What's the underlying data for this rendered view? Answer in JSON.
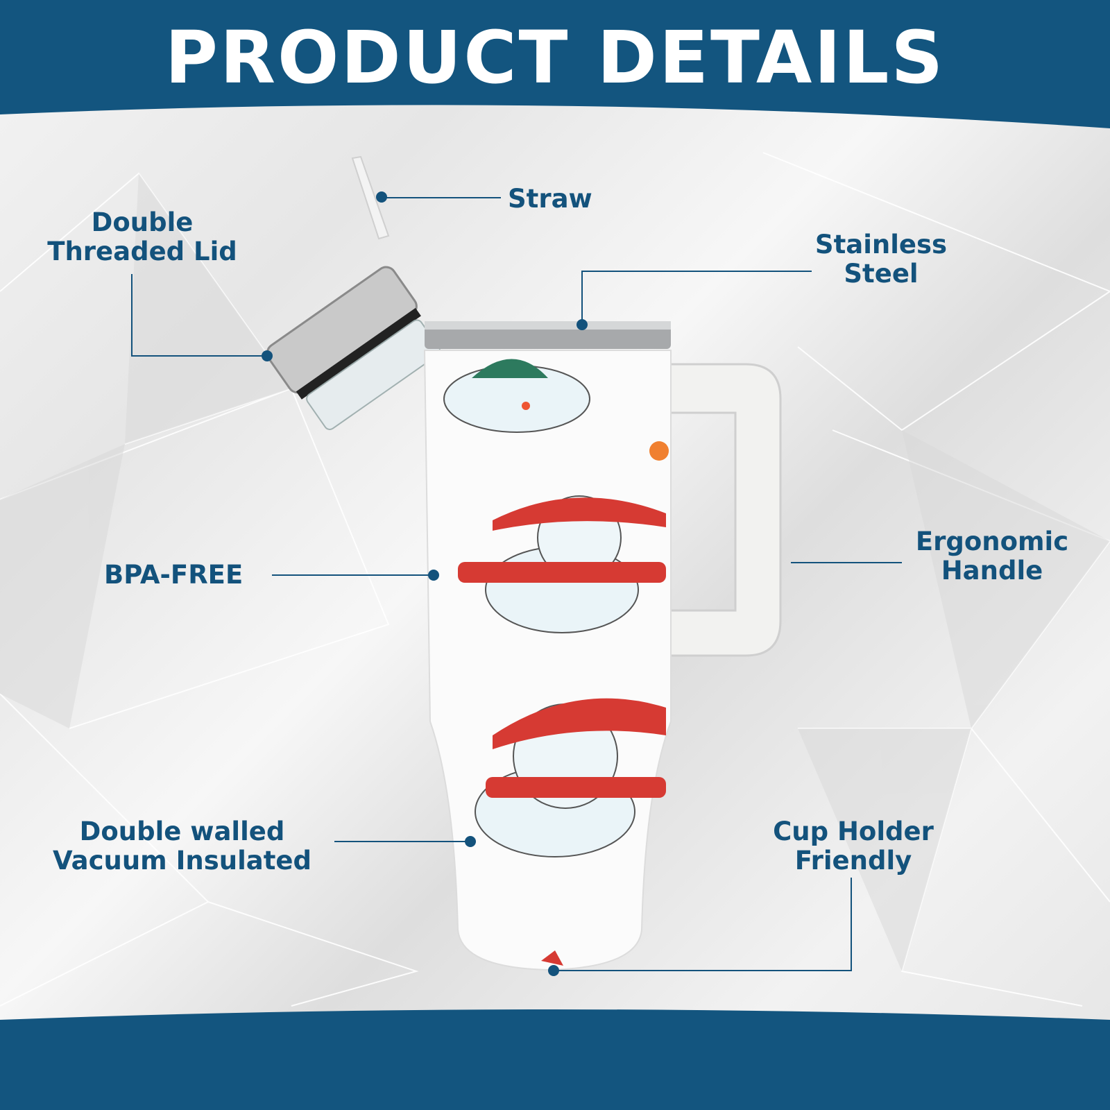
{
  "header": {
    "title": "PRODUCT DETAILS"
  },
  "features": {
    "straw": "Straw",
    "lid_line1": "Double",
    "lid_line2": "Threaded Lid",
    "steel_line1": "Stainless",
    "steel_line2": "Steel",
    "handle_line1": "Ergonomic",
    "handle_line2": "Handle",
    "bpa": "BPA-FREE",
    "insulated_line1": "Double walled",
    "insulated_line2": "Vacuum Insulated",
    "cupholder_line1": "Cup Holder",
    "cupholder_line2": "Friendly"
  },
  "colors": {
    "brand": "#13527c",
    "label": "#13527c"
  }
}
